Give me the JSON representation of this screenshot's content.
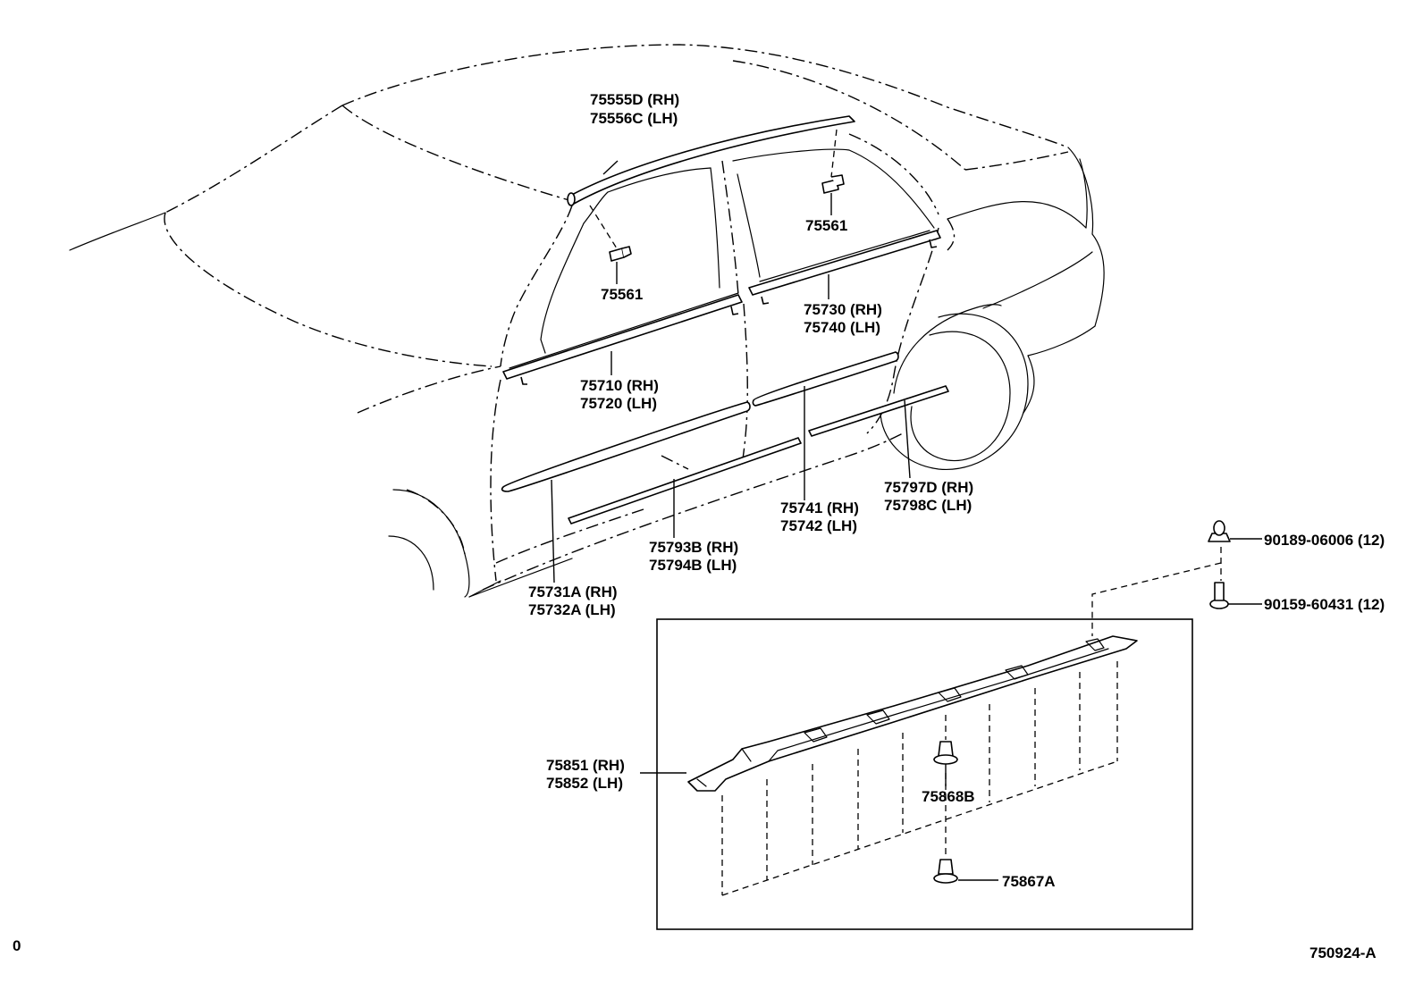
{
  "callouts": {
    "roof_molding": [
      "75555D (RH)",
      "75556C (LH)"
    ],
    "clip_front": "75561",
    "clip_rear": "75561",
    "front_belt_molding": [
      "75710 (RH)",
      "75720 (LH)"
    ],
    "rear_belt_molding": [
      "75730 (RH)",
      "75740 (LH)"
    ],
    "front_door_molding": [
      "75731A (RH)",
      "75732A (LH)"
    ],
    "rocker_molding": [
      "75793B (RH)",
      "75794B (LH)"
    ],
    "rear_door_molding": [
      "75741 (RH)",
      "75742 (LH)"
    ],
    "quarter_molding": [
      "75797D (RH)",
      "75798C (LH)"
    ],
    "nut": "90189-06006 (12)",
    "bolt": "90159-60431 (12)",
    "rocker_panel": [
      "75851 (RH)",
      "75852 (LH)"
    ],
    "clip_upper": "75868B",
    "clip_lower": "75867A"
  },
  "footer": {
    "left": "0",
    "right": "750924-A"
  }
}
